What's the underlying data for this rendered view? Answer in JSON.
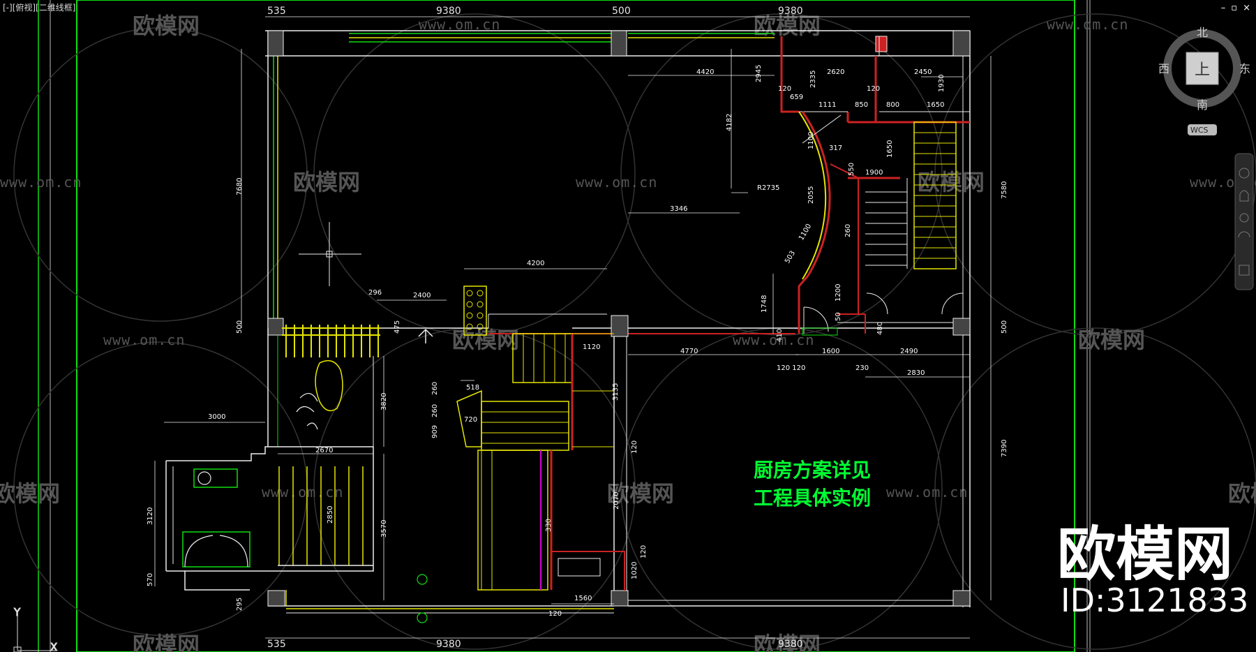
{
  "viewport": {
    "label": "[-][俯视][二维线框]"
  },
  "window_controls": {
    "minimize": "–",
    "restore": "▫",
    "close": "×"
  },
  "colors": {
    "wall_green": "#11dd11",
    "dim_white": "#ffffff",
    "red_wall": "#cc2222",
    "yellow": "#e6e600",
    "note_green": "#00ff33"
  },
  "watermark": {
    "text": "欧模网",
    "url": "www.om.cn"
  },
  "top_dims": {
    "a": "535",
    "b": "9380",
    "c": "500",
    "d": "9380"
  },
  "bottom_dims": {
    "a": "535",
    "b": "9380",
    "c": "9380"
  },
  "dims": {
    "d4420": "4420",
    "d2945": "2945",
    "d2335": "2335",
    "d2620": "2620",
    "d2450": "2450",
    "d1930": "1930",
    "d120a": "120",
    "d659": "659",
    "d1111": "1111",
    "d850": "850",
    "d800": "800",
    "d1650a": "1650",
    "d120b": "120",
    "d4182": "4182",
    "d1100": "1100",
    "d317": "317",
    "d550": "550",
    "d1900": "1900",
    "d1650b": "1650",
    "dR2735": "R2735",
    "d2055": "2055",
    "d3346": "3346",
    "d260": "260",
    "d1100b": "1100",
    "d503": "503",
    "d4200": "4200",
    "d296": "296",
    "d2400": "2400",
    "d475": "475",
    "d7680": "7680",
    "d500l": "500",
    "d1748": "1748",
    "d1200": "1200",
    "d50": "50",
    "d480": "480",
    "d410": "410",
    "d4770": "4770",
    "d1600": "1600",
    "d2490": "2490",
    "d120c": "120 120",
    "d230": "230",
    "d2830": "2830",
    "d1120": "1120",
    "d3135": "3135",
    "d518": "518",
    "d720": "720",
    "d260b": "260",
    "d260c": "260",
    "d909": "909",
    "d3820": "3820",
    "d3000": "3000",
    "d2670": "2670",
    "d2850": "2850",
    "d3570": "3570",
    "d3120": "3120",
    "d570": "570",
    "d295": "295",
    "d1560": "1560",
    "d1020": "1020",
    "d120d": "120",
    "d120e": "120",
    "d2070": "2070",
    "d330": "330",
    "d7390": "7390",
    "d500r": "500",
    "d7580": "7580"
  },
  "note": {
    "line1": "厨房方案详见",
    "line2": "工程具体实例"
  },
  "brand": {
    "name": "欧模网",
    "id": "ID:3121833"
  },
  "compass": {
    "north": "北",
    "south": "南",
    "east": "东",
    "west": "西",
    "cube": "上",
    "wcs": "WCS"
  },
  "ucs": {
    "y": "Y",
    "x": "X"
  }
}
